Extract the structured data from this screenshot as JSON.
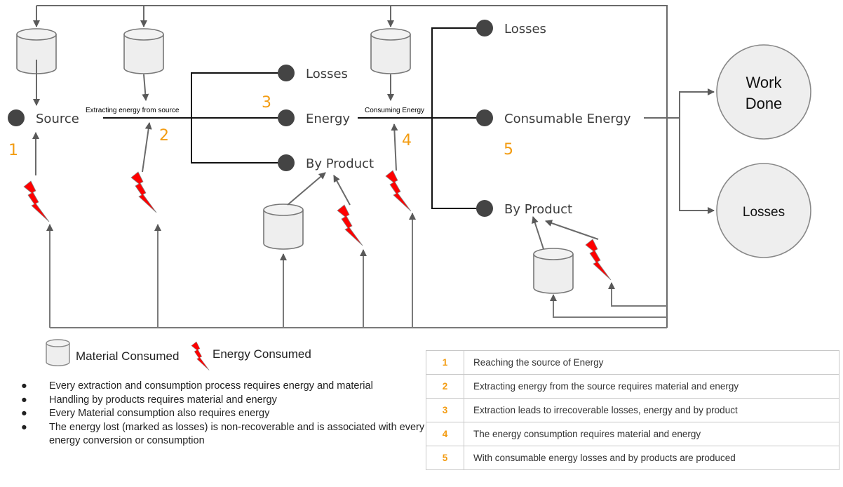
{
  "diagram": {
    "nodes": {
      "source": "Source",
      "losses_1": "Losses",
      "energy": "Energy",
      "by_product_1": "By Product",
      "losses_2": "Losses",
      "consumable_energy": "Consumable Energy",
      "by_product_2": "By Product"
    },
    "edge_labels": {
      "extracting": "Extracting energy from source",
      "consuming": "Consuming Energy"
    },
    "step_markers": [
      "1",
      "2",
      "3",
      "4",
      "5"
    ],
    "outcomes": {
      "work_done_line1": "Work",
      "work_done_line2": "Done",
      "losses": "Losses"
    },
    "icons": {
      "material": "cylinder-icon",
      "energy": "lightning-bolt-icon"
    },
    "colors": {
      "step_accent": "#f39c12",
      "energy_bolt": "#ff0000",
      "node_dot": "#444444",
      "cylinder_fill": "#eeeeee",
      "outcome_fill": "#eeeeee"
    }
  },
  "legend": {
    "material": "Material Consumed",
    "energy": "Energy Consumed"
  },
  "notes": [
    "Every extraction and consumption process requires energy and material",
    "Handling by products requires material and energy",
    "Every Material consumption also requires energy",
    "The energy lost (marked as losses) is non-recoverable and is associated with every energy conversion or consumption"
  ],
  "steps": [
    {
      "num": "1",
      "text": "Reaching the source of Energy"
    },
    {
      "num": "2",
      "text": "Extracting energy from the source requires material and energy"
    },
    {
      "num": "3",
      "text": "Extraction leads to irrecoverable losses, energy and by product"
    },
    {
      "num": "4",
      "text": "The energy consumption requires material and energy"
    },
    {
      "num": "5",
      "text": "With consumable energy losses and by products are produced"
    }
  ]
}
